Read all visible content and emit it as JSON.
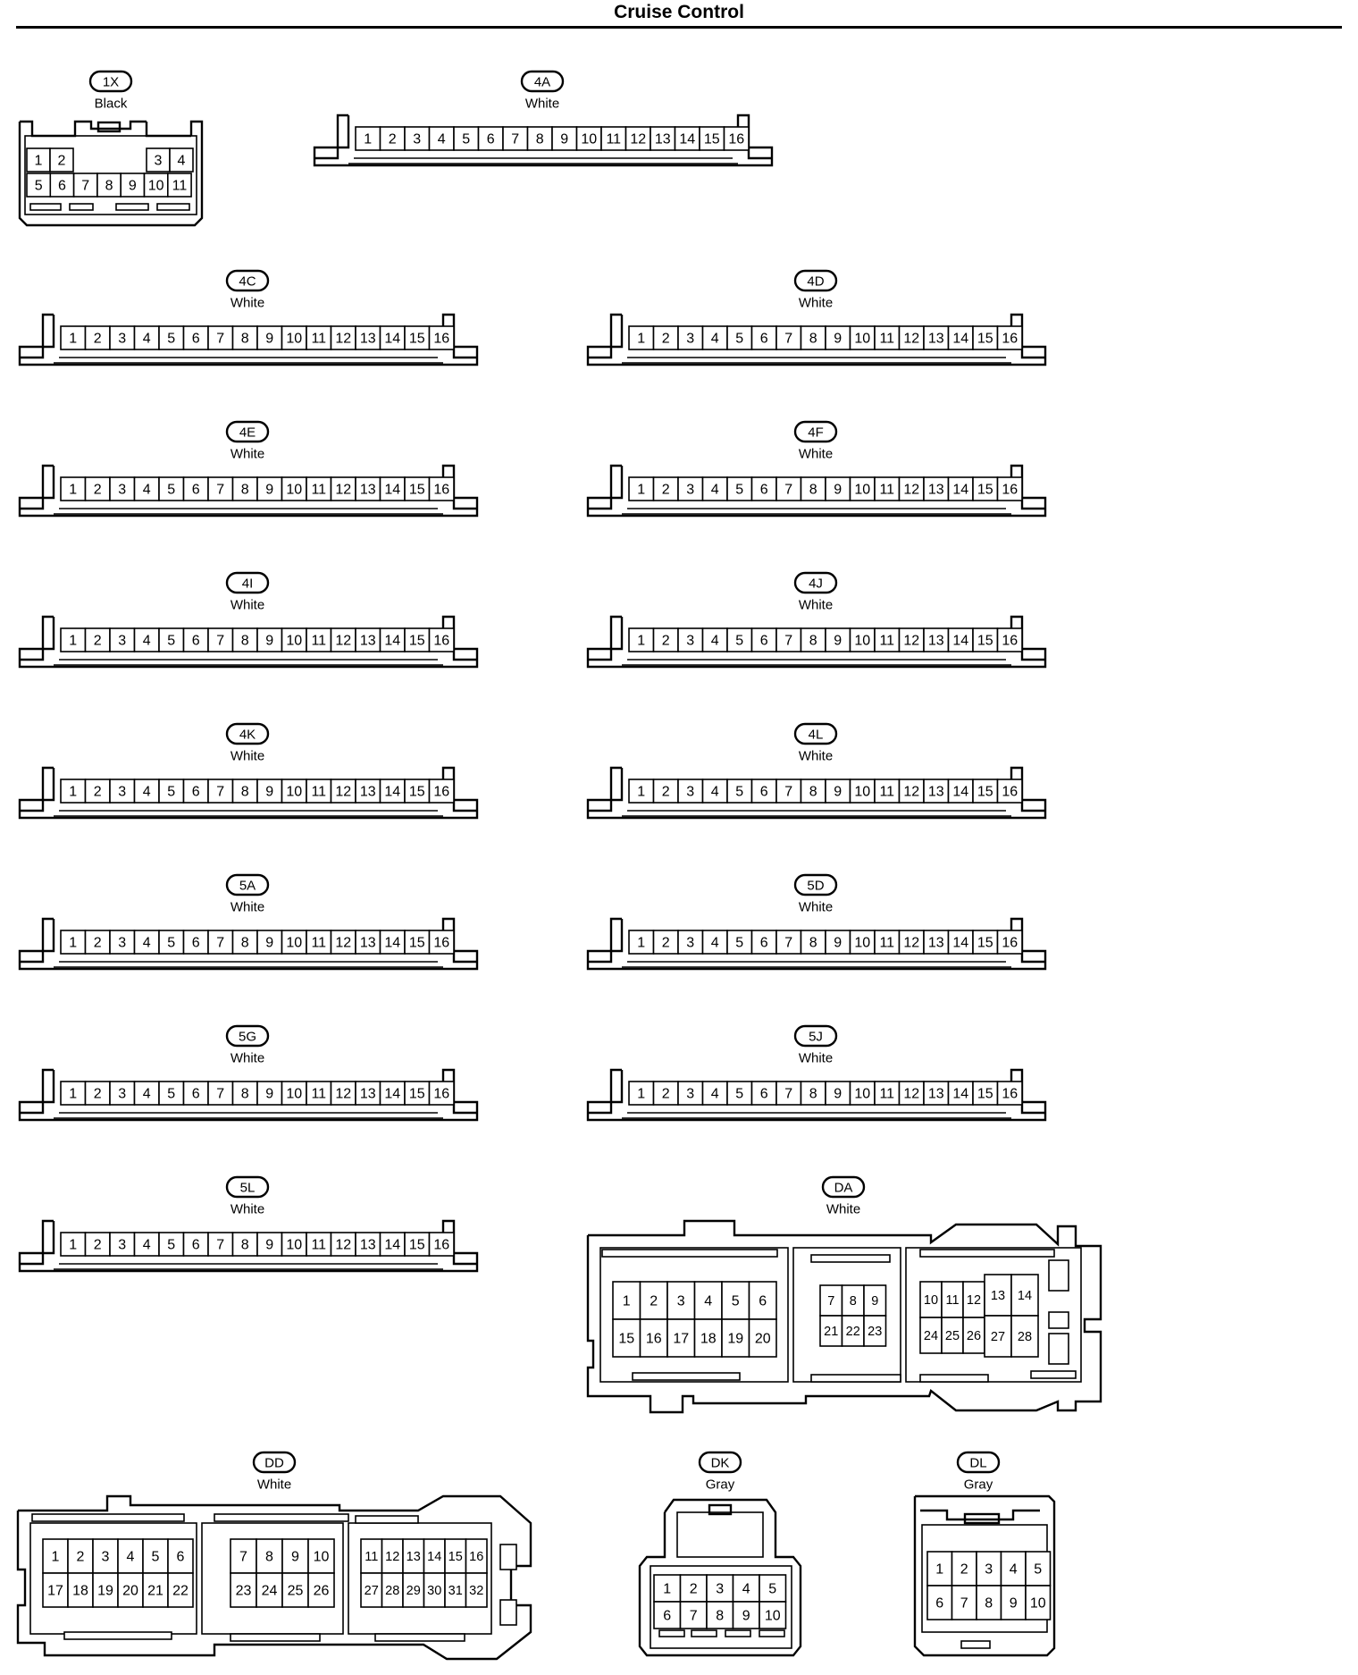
{
  "page": {
    "title": "Cruise Control"
  },
  "connectors": {
    "c1X": {
      "code": "1X",
      "color": "Black",
      "pins": [
        "1",
        "2",
        "3",
        "4",
        "5",
        "6",
        "7",
        "8",
        "9",
        "10",
        "11"
      ]
    },
    "c4A": {
      "code": "4A",
      "color": "White",
      "pins": [
        "1",
        "2",
        "3",
        "4",
        "5",
        "6",
        "7",
        "8",
        "9",
        "10",
        "11",
        "12",
        "13",
        "14",
        "15",
        "16"
      ]
    },
    "c4C": {
      "code": "4C",
      "color": "White",
      "pins": [
        "1",
        "2",
        "3",
        "4",
        "5",
        "6",
        "7",
        "8",
        "9",
        "10",
        "11",
        "12",
        "13",
        "14",
        "15",
        "16"
      ]
    },
    "c4D": {
      "code": "4D",
      "color": "White",
      "pins": [
        "1",
        "2",
        "3",
        "4",
        "5",
        "6",
        "7",
        "8",
        "9",
        "10",
        "11",
        "12",
        "13",
        "14",
        "15",
        "16"
      ]
    },
    "c4E": {
      "code": "4E",
      "color": "White",
      "pins": [
        "1",
        "2",
        "3",
        "4",
        "5",
        "6",
        "7",
        "8",
        "9",
        "10",
        "11",
        "12",
        "13",
        "14",
        "15",
        "16"
      ]
    },
    "c4F": {
      "code": "4F",
      "color": "White",
      "pins": [
        "1",
        "2",
        "3",
        "4",
        "5",
        "6",
        "7",
        "8",
        "9",
        "10",
        "11",
        "12",
        "13",
        "14",
        "15",
        "16"
      ]
    },
    "c4I": {
      "code": "4I",
      "color": "White",
      "pins": [
        "1",
        "2",
        "3",
        "4",
        "5",
        "6",
        "7",
        "8",
        "9",
        "10",
        "11",
        "12",
        "13",
        "14",
        "15",
        "16"
      ]
    },
    "c4J": {
      "code": "4J",
      "color": "White",
      "pins": [
        "1",
        "2",
        "3",
        "4",
        "5",
        "6",
        "7",
        "8",
        "9",
        "10",
        "11",
        "12",
        "13",
        "14",
        "15",
        "16"
      ]
    },
    "c4K": {
      "code": "4K",
      "color": "White",
      "pins": [
        "1",
        "2",
        "3",
        "4",
        "5",
        "6",
        "7",
        "8",
        "9",
        "10",
        "11",
        "12",
        "13",
        "14",
        "15",
        "16"
      ]
    },
    "c4L": {
      "code": "4L",
      "color": "White",
      "pins": [
        "1",
        "2",
        "3",
        "4",
        "5",
        "6",
        "7",
        "8",
        "9",
        "10",
        "11",
        "12",
        "13",
        "14",
        "15",
        "16"
      ]
    },
    "c5A": {
      "code": "5A",
      "color": "White",
      "pins": [
        "1",
        "2",
        "3",
        "4",
        "5",
        "6",
        "7",
        "8",
        "9",
        "10",
        "11",
        "12",
        "13",
        "14",
        "15",
        "16"
      ]
    },
    "c5D": {
      "code": "5D",
      "color": "White",
      "pins": [
        "1",
        "2",
        "3",
        "4",
        "5",
        "6",
        "7",
        "8",
        "9",
        "10",
        "11",
        "12",
        "13",
        "14",
        "15",
        "16"
      ]
    },
    "c5G": {
      "code": "5G",
      "color": "White",
      "pins": [
        "1",
        "2",
        "3",
        "4",
        "5",
        "6",
        "7",
        "8",
        "9",
        "10",
        "11",
        "12",
        "13",
        "14",
        "15",
        "16"
      ]
    },
    "c5J": {
      "code": "5J",
      "color": "White",
      "pins": [
        "1",
        "2",
        "3",
        "4",
        "5",
        "6",
        "7",
        "8",
        "9",
        "10",
        "11",
        "12",
        "13",
        "14",
        "15",
        "16"
      ]
    },
    "c5L": {
      "code": "5L",
      "color": "White",
      "pins": [
        "1",
        "2",
        "3",
        "4",
        "5",
        "6",
        "7",
        "8",
        "9",
        "10",
        "11",
        "12",
        "13",
        "14",
        "15",
        "16"
      ]
    },
    "cDA": {
      "code": "DA",
      "color": "White",
      "pins": [
        "1",
        "2",
        "3",
        "4",
        "5",
        "6",
        "7",
        "8",
        "9",
        "10",
        "11",
        "12",
        "13",
        "14",
        "15",
        "16",
        "17",
        "18",
        "19",
        "20",
        "21",
        "22",
        "23",
        "24",
        "25",
        "26",
        "27",
        "28"
      ]
    },
    "cDD": {
      "code": "DD",
      "color": "White",
      "pins": [
        "1",
        "2",
        "3",
        "4",
        "5",
        "6",
        "7",
        "8",
        "9",
        "10",
        "11",
        "12",
        "13",
        "14",
        "15",
        "16",
        "17",
        "18",
        "19",
        "20",
        "21",
        "22",
        "23",
        "24",
        "25",
        "26",
        "27",
        "28",
        "29",
        "30",
        "31",
        "32"
      ]
    },
    "cDK": {
      "code": "DK",
      "color": "Gray",
      "pins": [
        "1",
        "2",
        "3",
        "4",
        "5",
        "6",
        "7",
        "8",
        "9",
        "10"
      ]
    },
    "cDL": {
      "code": "DL",
      "color": "Gray",
      "pins": [
        "1",
        "2",
        "3",
        "4",
        "5",
        "6",
        "7",
        "8",
        "9",
        "10"
      ]
    }
  }
}
